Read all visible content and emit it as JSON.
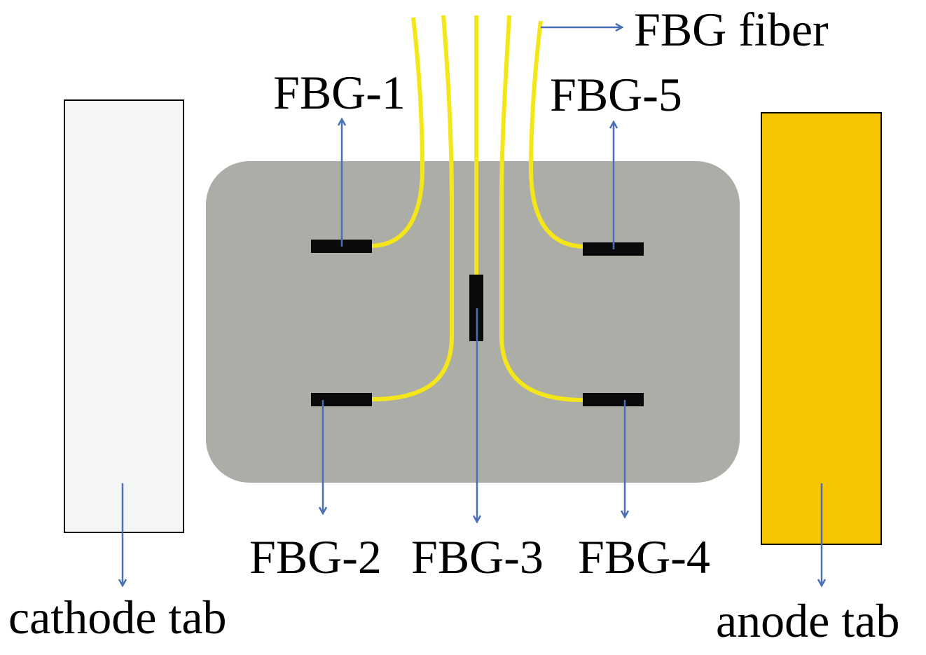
{
  "labels": {
    "fbg_fiber": "FBG fiber",
    "fbg1": "FBG-1",
    "fbg2": "FBG-2",
    "fbg3": "FBG-3",
    "fbg4": "FBG-4",
    "fbg5": "FBG-5",
    "cathode_tab": "cathode tab",
    "anode_tab": "anode tab"
  },
  "colors": {
    "cell_body": "#adada7",
    "cathode_tab": "#f4f6f5",
    "anode_tab": "#f7c400",
    "fiber": "#f5e61a",
    "grating": "#0a0a0a",
    "pointer": "#4a6fb5"
  }
}
